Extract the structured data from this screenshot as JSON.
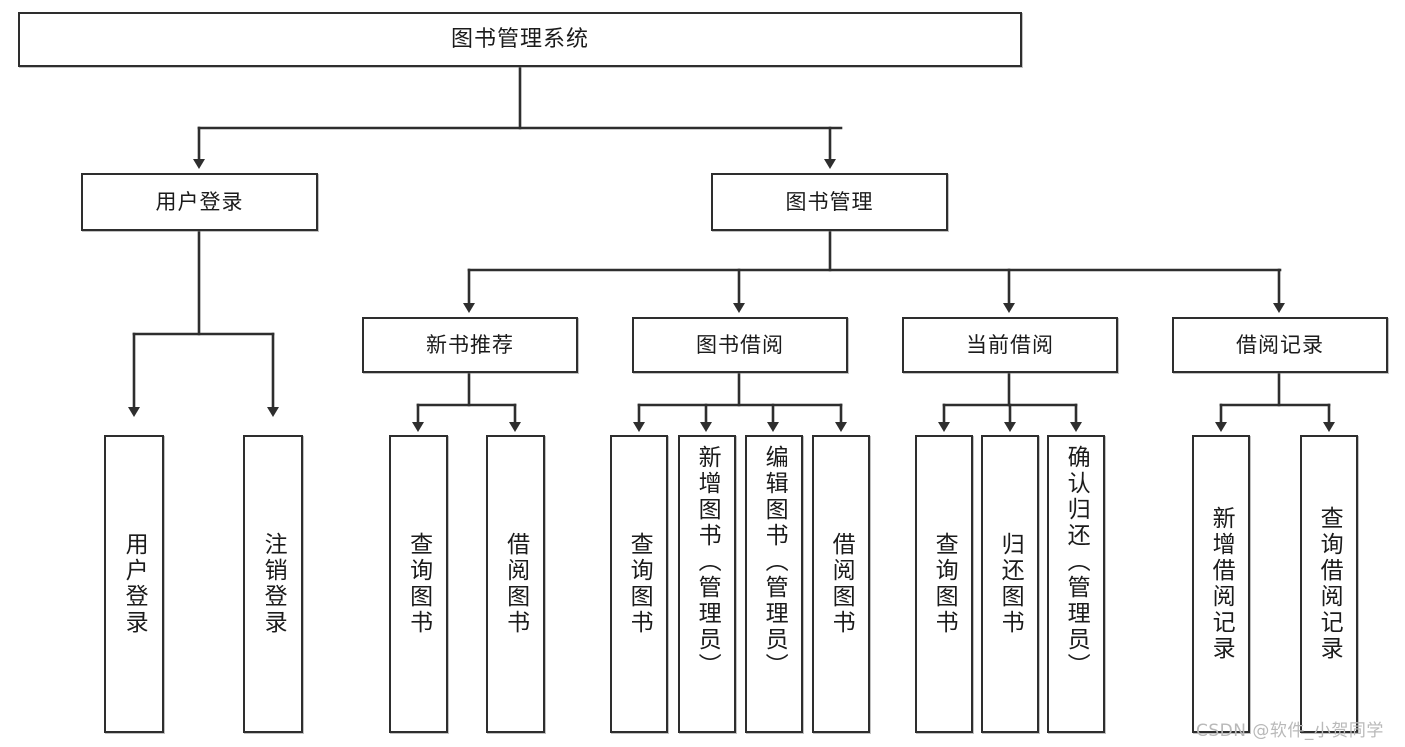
{
  "diagram": {
    "type": "tree",
    "title": "图书管理系统",
    "watermark": "CSDN @软件_小贺同学",
    "colors": {
      "stroke": "#2e2e2e",
      "fill": "#ffffff",
      "text": "#1b1b1b",
      "watermark": "#b9b9b9"
    },
    "nodes": {
      "root": {
        "label": "图书管理系统"
      },
      "level2": [
        {
          "id": "user-login",
          "label": "用户登录"
        },
        {
          "id": "book-manage",
          "label": "图书管理"
        }
      ],
      "level3": [
        {
          "id": "new-book-recommend",
          "label": "新书推荐"
        },
        {
          "id": "book-borrow",
          "label": "图书借阅"
        },
        {
          "id": "current-borrow",
          "label": "当前借阅"
        },
        {
          "id": "borrow-record",
          "label": "借阅记录"
        }
      ],
      "leaves": {
        "user-login": [
          {
            "id": "leaf-user-login",
            "label": "用户登录"
          },
          {
            "id": "leaf-logout-login",
            "label": "注销登录"
          }
        ],
        "new-book-recommend": [
          {
            "id": "leaf-query-book-1",
            "label": "查询图书"
          },
          {
            "id": "leaf-borrow-book-1",
            "label": "借阅图书"
          }
        ],
        "book-borrow": [
          {
            "id": "leaf-query-book-2",
            "label": "查询图书"
          },
          {
            "id": "leaf-add-book",
            "label": "新增图书（管理员）"
          },
          {
            "id": "leaf-edit-book",
            "label": "编辑图书（管理员）"
          },
          {
            "id": "leaf-borrow-book-2",
            "label": "借阅图书"
          }
        ],
        "current-borrow": [
          {
            "id": "leaf-query-book-3",
            "label": "查询图书"
          },
          {
            "id": "leaf-return-book",
            "label": "归还图书"
          },
          {
            "id": "leaf-confirm-return",
            "label": "确认归还（管理员）"
          }
        ],
        "borrow-record": [
          {
            "id": "leaf-add-record",
            "label": "新增借阅记录"
          },
          {
            "id": "leaf-query-record",
            "label": "查询借阅记录"
          }
        ]
      }
    }
  }
}
